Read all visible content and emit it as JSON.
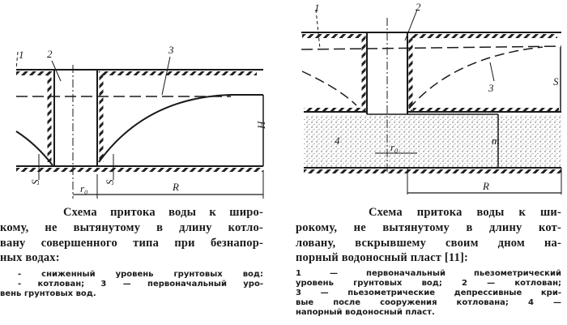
{
  "left_figure": {
    "labels": {
      "n1": "1",
      "n2": "2",
      "n3": "3",
      "H": "H",
      "S_left": "S",
      "S_right": "S",
      "r0": "r₀",
      "R": "R"
    },
    "caption_lines": [
      "Схема притока воды к широ-",
      "кому, не вытянутому в длину котло-",
      "вану совершенного типа при безнапор-",
      "ных водах:"
    ],
    "legend_lines": [
      "- сниженный уровень грунтовых вод:",
      "- котлован; 3 — первоначальный уро-",
      "вень грунтовых вод."
    ]
  },
  "right_figure": {
    "labels": {
      "n1": "1",
      "n2": "2",
      "n3": "3",
      "n4": "4",
      "S": "S",
      "m": "m",
      "r0": "r₀",
      "R": "R"
    },
    "caption_lines": [
      "Схема притока воды к ши-",
      "рокому, не вытянутому в длину кот-",
      "ловану, вскрывшему своим дном на-",
      "порный водоносный пласт [11]:"
    ],
    "legend_lines": [
      "1 — первоначальный пьезометрический",
      "уровень грунтовых вод; 2 — котлован;",
      "3 — пьезометрические депрессивные кри-",
      "вые после сооружения котлована; 4 —",
      "напорный водоносный пласт."
    ]
  }
}
